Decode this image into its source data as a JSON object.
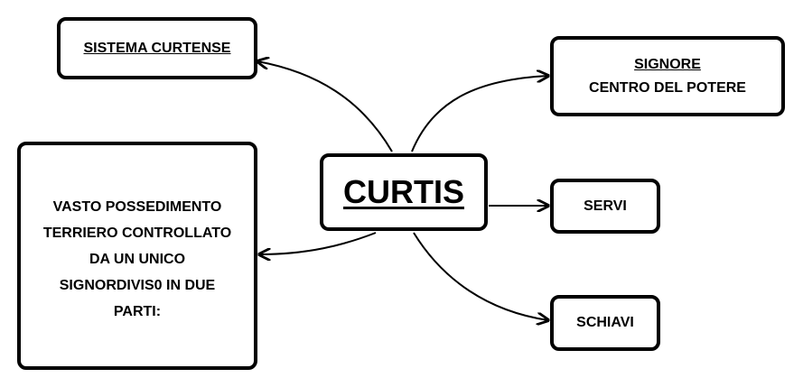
{
  "diagram": {
    "center": {
      "label": "CURTIS"
    },
    "sistema": {
      "label": "SISTEMA CURTENSE"
    },
    "signore": {
      "title": "SIGNORE",
      "subtitle": "CENTRO DEL POTERE"
    },
    "servi": {
      "label": "SERVI"
    },
    "schiavi": {
      "label": "SCHIAVI"
    },
    "vasto": {
      "lines": [
        "VASTO POSSEDIMENTO",
        "TERRIERO CONTROLLATO",
        "DA UN UNICO",
        "SIGNORDIVIS0 IN DUE",
        "PARTI:"
      ]
    }
  }
}
